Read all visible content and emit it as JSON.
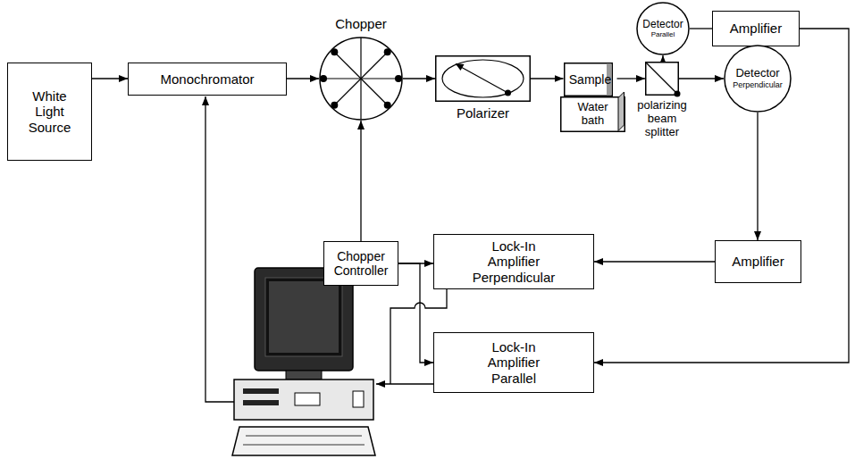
{
  "diagram": {
    "nodes": [
      {
        "text": [
          "White Light Source"
        ]
      },
      {
        "text": [
          "Monochromator"
        ]
      },
      {
        "text": [
          "Chopper"
        ]
      },
      {
        "text": [
          "Polarizer"
        ]
      },
      {
        "text": [
          "Sample"
        ]
      },
      {
        "text": [
          "Water bath"
        ]
      },
      {
        "text": [
          "polarizing beam splitter"
        ]
      },
      {
        "text": [
          "Detector",
          "Parallel"
        ]
      },
      {
        "text": [
          "Amplifier"
        ]
      },
      {
        "text": [
          "Detector",
          "Perpendicular"
        ]
      },
      {
        "text": [
          "Chopper Controller"
        ]
      },
      {
        "text": [
          "Lock-In Amplifier Perpendicular"
        ]
      },
      {
        "text": [
          "Amplifier"
        ]
      },
      {
        "text": [
          "Lock-In Amplifier Parallel"
        ]
      }
    ],
    "edges": [
      {
        "from": 0,
        "to": 1,
        "arrow": "to"
      },
      {
        "from": 1,
        "to": 2,
        "arrow": "to"
      },
      {
        "from": 2,
        "to": 3,
        "arrow": "to"
      },
      {
        "from": 3,
        "to": 4,
        "arrow": "to"
      },
      {
        "from": 4,
        "to": 6,
        "arrow": "to"
      },
      {
        "from": 6,
        "to": 7,
        "arrow": "to"
      },
      {
        "from": 6,
        "to": 9,
        "arrow": "to"
      },
      {
        "from": 7,
        "to": 8,
        "arrow": "none"
      },
      {
        "from": 8,
        "to": 13,
        "arrow": "to"
      },
      {
        "from": 9,
        "to": 12,
        "arrow": "to"
      },
      {
        "from": 12,
        "to": 11,
        "arrow": "to"
      },
      {
        "from": 10,
        "to": 2,
        "arrow": "to"
      },
      {
        "from": 10,
        "to": 11,
        "arrow": "to"
      },
      {
        "from": 10,
        "to": 13,
        "arrow": "to"
      }
    ]
  }
}
